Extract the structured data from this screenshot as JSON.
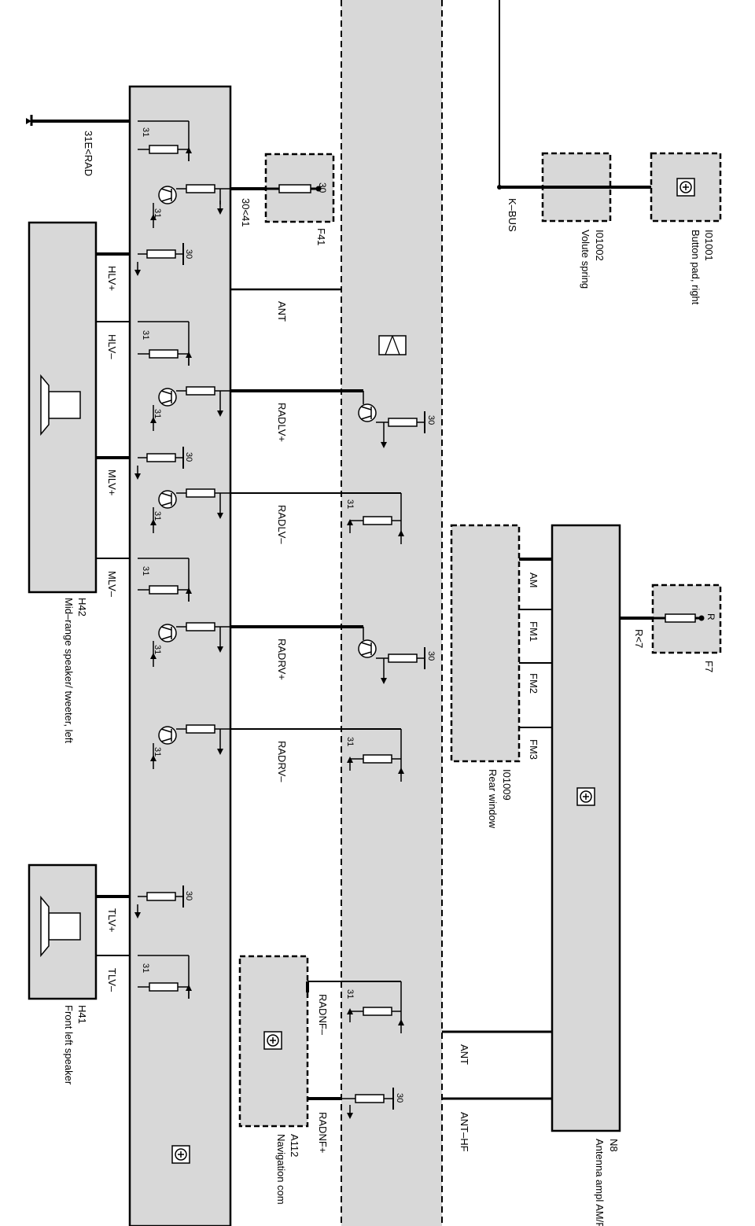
{
  "diagram": {
    "rotation": "90° clockwise (labels read top-to-bottom)",
    "colors": {
      "module_fill": "#d8d8d8",
      "line": "#000000",
      "background": "#ffffff"
    },
    "labels": {
      "ground_31e_rad": "31E<RAD",
      "fuse_in_30_41": "30<41",
      "fuse_f41": "F41",
      "fuse_f41_pin": "30",
      "h42_id": "H42",
      "h42_name": "Mid–range speaker/ tweeter, left",
      "h41_id": "H41",
      "h41_name": "Front left speaker",
      "a112_id": "A112",
      "a112_name": "Navigation com",
      "kbus": "K–BUS",
      "i01002_id": "I01002",
      "i01002_name": "Volute spring",
      "i01001_id": "I01001",
      "i01001_name": "Button pad, right",
      "i01009_id": "I01009",
      "i01009_name": "Rear window",
      "f7": "F7",
      "f7_pin": "R",
      "r7": "R<7",
      "n8_id": "N8",
      "n8_name": "Antenna ampl AM/FM",
      "pin_30": "30",
      "pin_31": "31"
    },
    "wires": {
      "hlv_plus": "HLV+",
      "hlv_minus": "HLV–",
      "mlv_plus": "MLV+",
      "mlv_minus": "MLV–",
      "tlv_plus": "TLV+",
      "tlv_minus": "TLV–",
      "ant": "ANT",
      "radlv_plus": "RADLV+",
      "radlv_minus": "RADLV–",
      "radrv_plus": "RADRV+",
      "radrv_minus": "RADRV–",
      "radnf_minus": "RADNF–",
      "radnf_plus": "RADNF+",
      "am": "AM",
      "fm1": "FM1",
      "fm2": "FM2",
      "fm3": "FM3",
      "ant_right": "ANT",
      "ant_hf": "ANT–HF"
    }
  }
}
